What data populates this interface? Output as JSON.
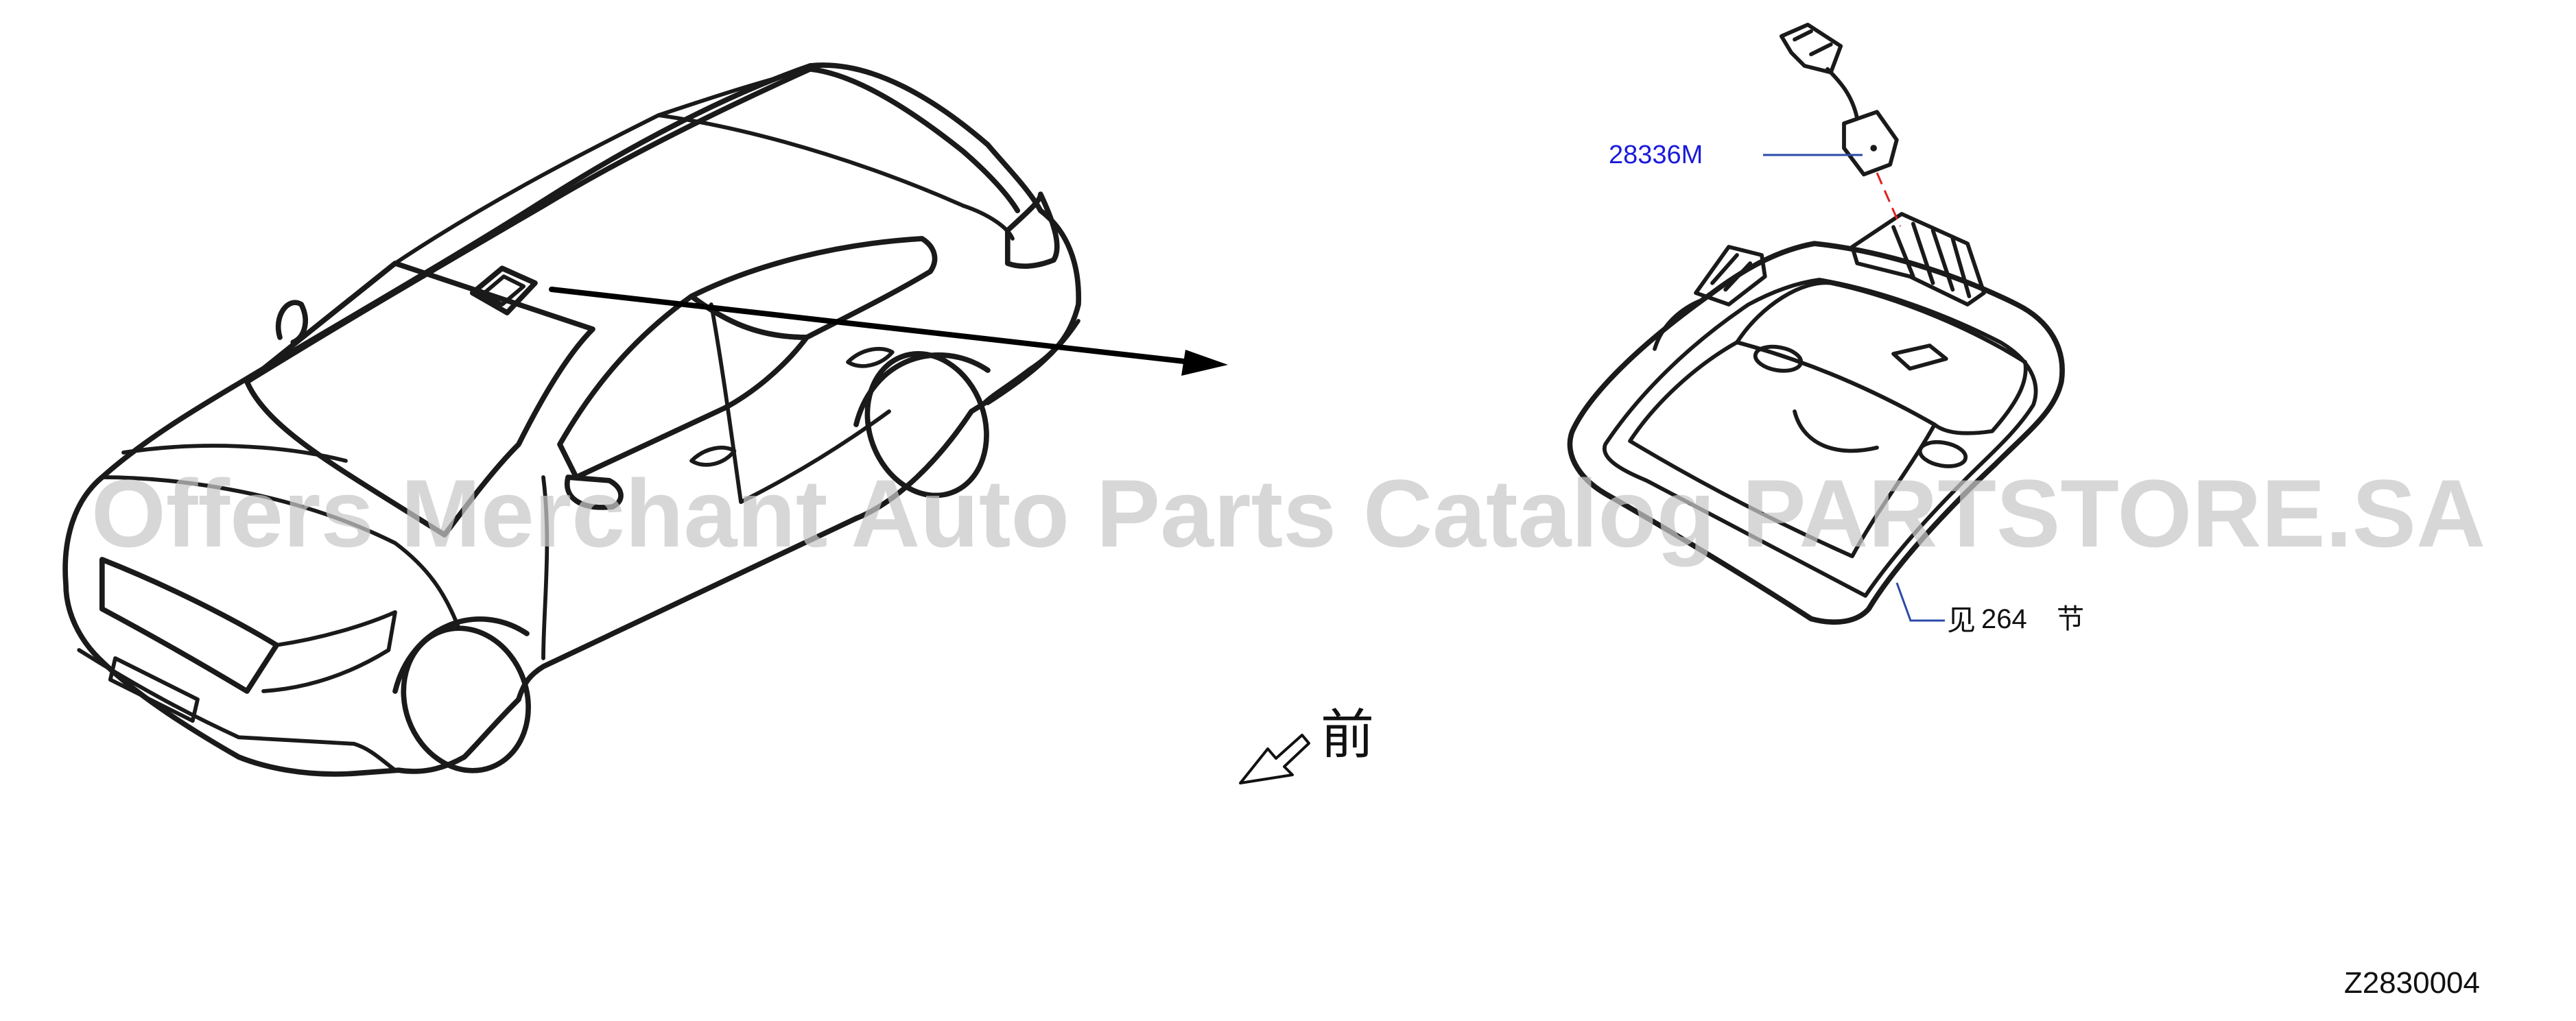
{
  "diagram": {
    "watermark": "Offers Merchant Auto Parts Catalog PARTSTORE.SA",
    "part_callout": {
      "number": "28336M",
      "color": "#1a1adc"
    },
    "leader_color": "#2b4aa8",
    "dash_color": "#e02020",
    "section_ref": {
      "prefix": "见",
      "number": "264",
      "suffix": "节"
    },
    "front_label": "前",
    "drawing_code": "Z2830004"
  }
}
